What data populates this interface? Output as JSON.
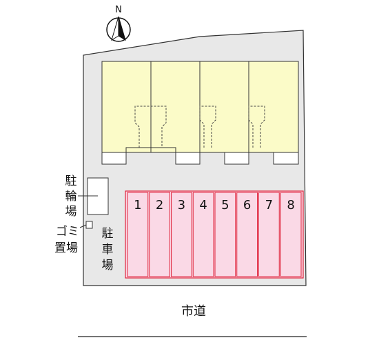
{
  "compass": {
    "label": "N"
  },
  "labels": {
    "bicycle_parking": [
      "駐",
      "輪",
      "場"
    ],
    "garbage_area": [
      "ゴミ",
      "置場"
    ],
    "parking": [
      "駐",
      "車",
      "場"
    ],
    "road": "市道"
  },
  "parking_spaces": [
    "1",
    "2",
    "3",
    "4",
    "5",
    "6",
    "7",
    "8"
  ],
  "colors": {
    "lot": "#e8e8e8",
    "building": "#fbfbc8",
    "parking_fill": "#fad9e6",
    "parking_stroke": "#e0243c",
    "outline": "#333333"
  }
}
